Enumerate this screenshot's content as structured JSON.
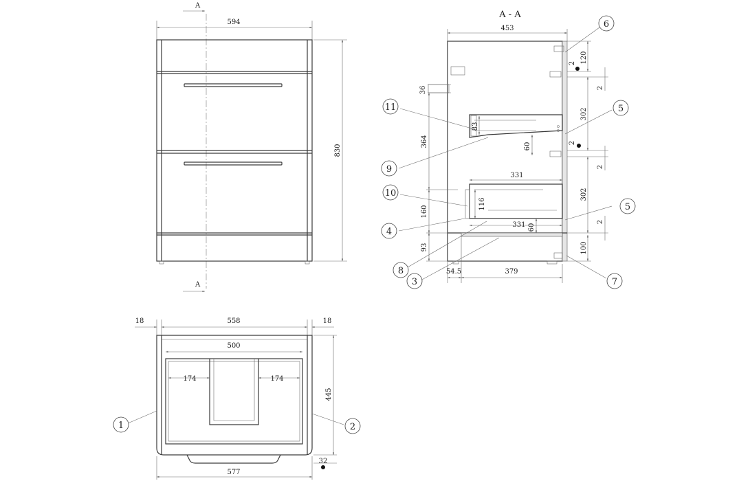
{
  "front_view": {
    "section_marker_top": "A",
    "section_marker_bottom": "A",
    "width": "594",
    "height": "830"
  },
  "section_view": {
    "title": "A - A",
    "depth": "453",
    "dims": {
      "d120": "120",
      "d2a": "2",
      "d2b": "2",
      "d302a": "302",
      "d2c": "2",
      "d2d": "2",
      "d302b": "302",
      "d2e": "2",
      "d100": "100",
      "d36": "36",
      "d364": "364",
      "d83": "83",
      "d60a": "60",
      "d331a": "331",
      "d116": "116",
      "d160": "160",
      "d331b": "331",
      "d60b": "60",
      "d93": "93",
      "d54": "54.5",
      "d379": "379"
    },
    "callouts": [
      "6",
      "11",
      "5",
      "9",
      "10",
      "5",
      "4",
      "8",
      "3",
      "7"
    ]
  },
  "plan_view": {
    "left_panel": "18",
    "inner_width": "558",
    "right_panel": "18",
    "drawer_width": "500",
    "cutout_left": "174",
    "cutout_right": "174",
    "depth": "445",
    "overhang": "32",
    "base_width": "577",
    "callouts": [
      "1",
      "2"
    ]
  }
}
